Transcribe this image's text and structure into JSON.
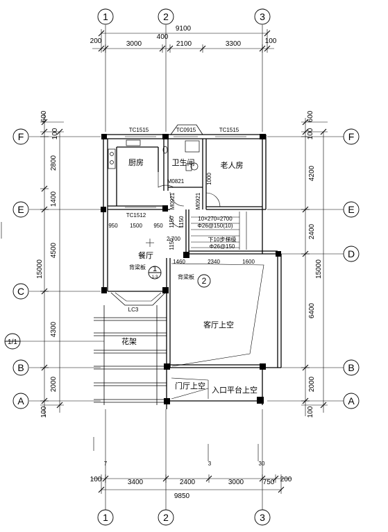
{
  "column_axes": {
    "top": [
      "1",
      "2",
      "3"
    ],
    "bottom": [
      "1",
      "2",
      "3"
    ]
  },
  "row_axes": {
    "left": [
      "F",
      "E",
      "C",
      "B",
      "A"
    ],
    "right": [
      "F",
      "E",
      "D",
      "B",
      "A"
    ],
    "left_extra": "1/1"
  },
  "top_dims": {
    "overall": "9100",
    "parts": [
      "200",
      "3000",
      "400",
      "2100",
      "3300",
      "100"
    ]
  },
  "bottom_dims": {
    "overall": "9850",
    "parts": [
      "100",
      "3400",
      "2400",
      "3000",
      "750",
      "200"
    ]
  },
  "left_dims": {
    "overall": "15000",
    "parts": [
      "600",
      "100",
      "2800",
      "1400",
      "4500",
      "4300",
      "2000",
      "100"
    ]
  },
  "right_dims": {
    "overall": "15000",
    "parts": [
      "600",
      "100",
      "4200",
      "2400",
      "6400",
      "2000",
      "100"
    ]
  },
  "rooms": {
    "kitchen": "厨房",
    "bathroom": "卫生间",
    "elder_room": "老人房",
    "dining": "餐厅",
    "flower_bed": "花架",
    "living_void": "客厅上空",
    "foyer_void": "门厅上空",
    "entrance_void": "入口平台上空"
  },
  "labels": {
    "tc1515_left": "TC1515",
    "tc0915": "TC0915",
    "tc1515_right": "TC1515",
    "m0821": "M0821",
    "m0921_a": "M0921",
    "m0921_b": "M0921",
    "dim_1000": "1000",
    "tc1512": "TC1512",
    "d950_a": "950",
    "d1500": "1500",
    "d950_b": "950",
    "d1150_a": "1150",
    "d1150_b": "1150",
    "elev": "2.700",
    "stair_note_1": "10×270=2700",
    "stair_note_2": "Φ26@150(10)",
    "stair_note_3": "下10步梯级",
    "stair_note_4": "Φ26@150",
    "beam_1": "背梁板",
    "beam_2": "背梁板",
    "d1460": "1460",
    "d2340": "2340",
    "d1600": "1600",
    "d1150_c": "1150",
    "lc3": "LC3",
    "sec1_num": "1",
    "sec1_sub": "1-3",
    "sec2_num": "2",
    "sec2_sub": "",
    "t7": "7",
    "t3": "3",
    "t30": "30"
  }
}
